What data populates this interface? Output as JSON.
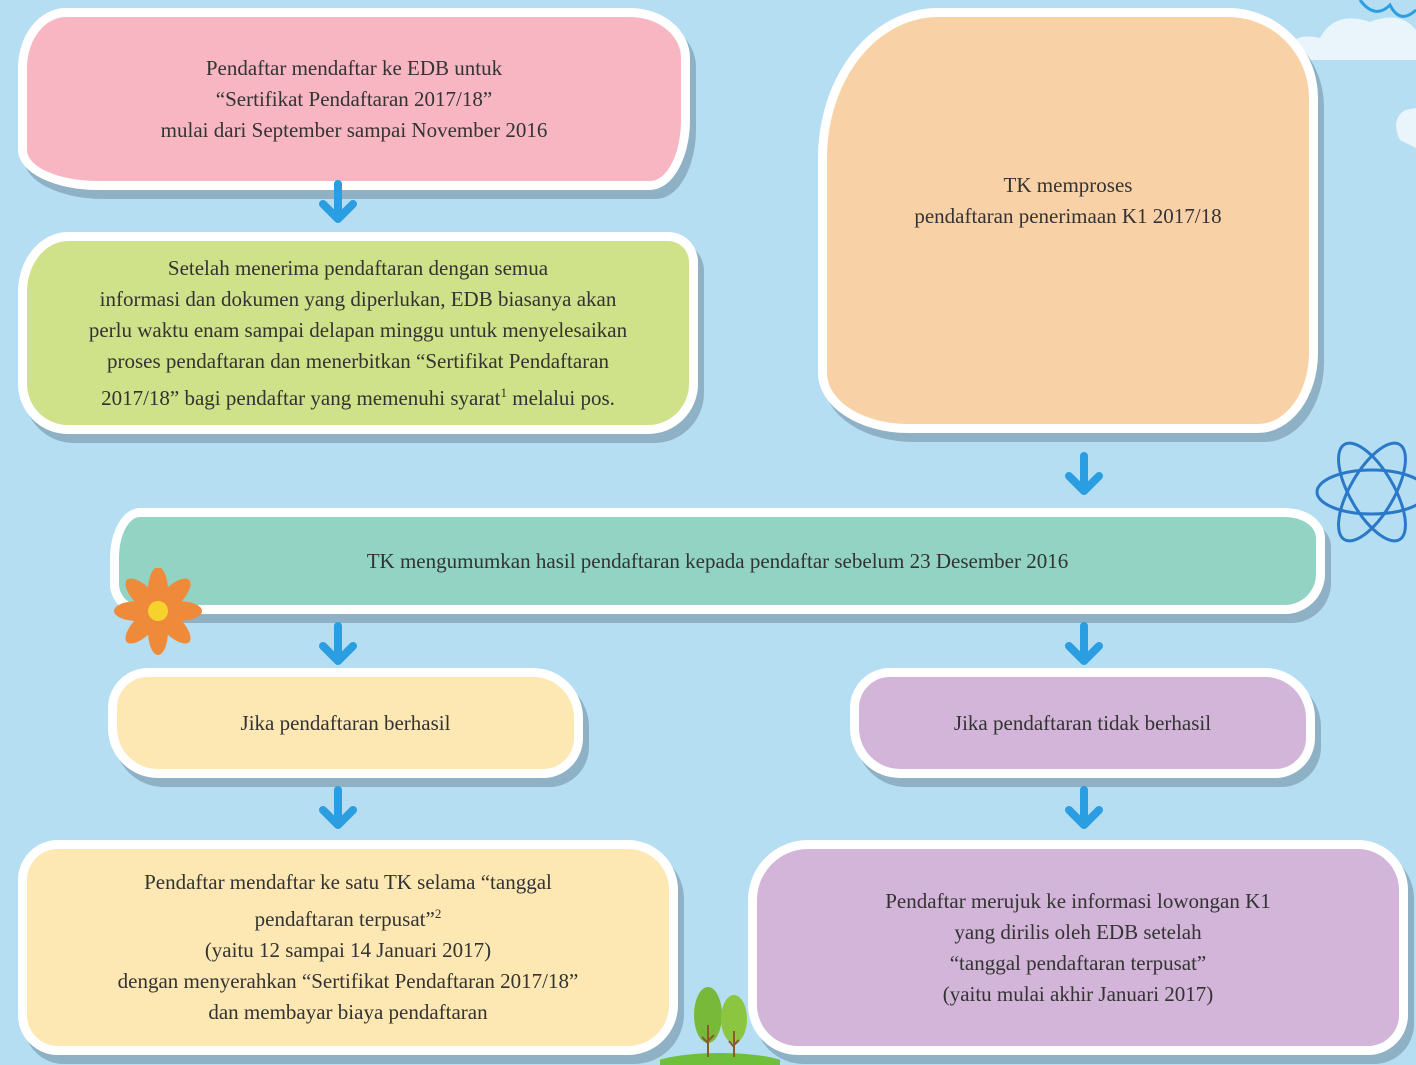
{
  "steps": {
    "register": "Pendaftar mendaftar ke EDB untuk\n“Sertifikat Pendaftaran 2017/18”\nmulai dari September sampai November 2016",
    "edb_process": "Setelah menerima pendaftaran dengan semua\ninformasi dan dokumen yang diperlukan, EDB biasanya akan\nperlu waktu enam sampai delapan minggu untuk menyelesaikan\nproses pendaftaran dan menerbitkan “Sertifikat Pendaftaran\n2017/18” bagi pendaftar yang memenuhi syarat",
    "edb_process_note": "1",
    "edb_process_end": " melalui pos.",
    "tk_process": "TK memproses\npendaftaran penerimaan K1 2017/18",
    "announce": "TK mengumumkan hasil pendaftaran kepada pendaftar sebelum 23 Desember 2016",
    "success": "Jika pendaftaran berhasil",
    "fail": "Jika pendaftaran tidak berhasil",
    "success_detail_a": "Pendaftar mendaftar ke satu TK selama “tanggal\npendaftaran terpusat”",
    "success_detail_note": "2",
    "success_detail_b": "\n(yaitu 12 sampai 14 Januari 2017)\ndengan menyerahkan “Sertifikat Pendaftaran 2017/18”\ndan membayar biaya pendaftaran",
    "fail_detail": "Pendaftar merujuk ke informasi lowongan K1\nyang dirilis oleh EDB setelah\n“tanggal pendaftaran terpusat”\n(yaitu mulai akhir Januari 2017)"
  },
  "colors": {
    "background": "#b5def2",
    "pink": "#f7b6c2",
    "green": "#cfe189",
    "orange": "#f9d1a6",
    "teal": "#92d3c3",
    "yellow": "#fde7b3",
    "purple": "#d2b5d8",
    "arrow": "#2a9ee0"
  },
  "icons": [
    "down-arrow-icon",
    "flower-icon",
    "atom-icon",
    "cloud-icon",
    "tree-icon"
  ]
}
